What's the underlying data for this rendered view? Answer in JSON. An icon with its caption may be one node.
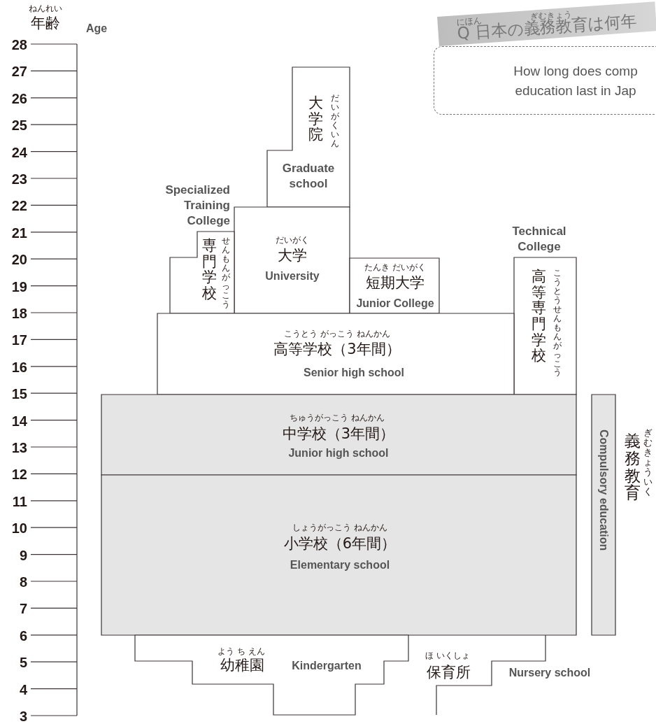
{
  "diagram": {
    "nodes": [
      {
        "text": [
          "にほん",
          "ぎむきょう",
          "Q 日本の義務教育は何年"
        ]
      },
      {
        "text": [
          "How long does comp education last in Jap"
        ]
      },
      {
        "text": [
          "大学院",
          "だいがくいん",
          "Graduate school"
        ]
      },
      {
        "text": [
          "だいがく",
          "大学",
          "University"
        ]
      },
      {
        "text": [
          "Specialized Training College",
          "専門学校",
          "せんもんがっこう"
        ]
      },
      {
        "text": [
          "たんき だいがく",
          "短期大学",
          "Junior College"
        ]
      },
      {
        "text": [
          "Technical College",
          "高等専門学校",
          "こうとうせんもんがっこう"
        ]
      },
      {
        "text": [
          "こうとう がっこう ねんかん",
          "高等学校（3年間）",
          "Senior high school"
        ]
      },
      {
        "text": [
          "ちゅうがっこう ねんかん",
          "中学校（3年間）",
          "Junior high school"
        ]
      },
      {
        "text": [
          "しょうがっこう ねんかん",
          "小学校（6年間）",
          "Elementary school"
        ]
      },
      {
        "text": [
          "Compulsory education"
        ],
        "beside": [
          "義務教育",
          "ぎむきょういく"
        ]
      },
      {
        "text": [
          "よう ち えん",
          "幼稚園",
          "Kindergarten"
        ]
      },
      {
        "text": [
          "ほ いくしょ",
          "保育所",
          "Nursery school"
        ]
      }
    ],
    "labels": [
      "ねんれい",
      "年齢",
      "Age",
      "28",
      "27",
      "26",
      "25",
      "24",
      "23",
      "22",
      "21",
      "20",
      "19",
      "18",
      "17",
      "16",
      "15",
      "14",
      "13",
      "12",
      "11",
      "10",
      "9",
      "8",
      "7",
      "6",
      "5",
      "4",
      "3"
    ]
  }
}
